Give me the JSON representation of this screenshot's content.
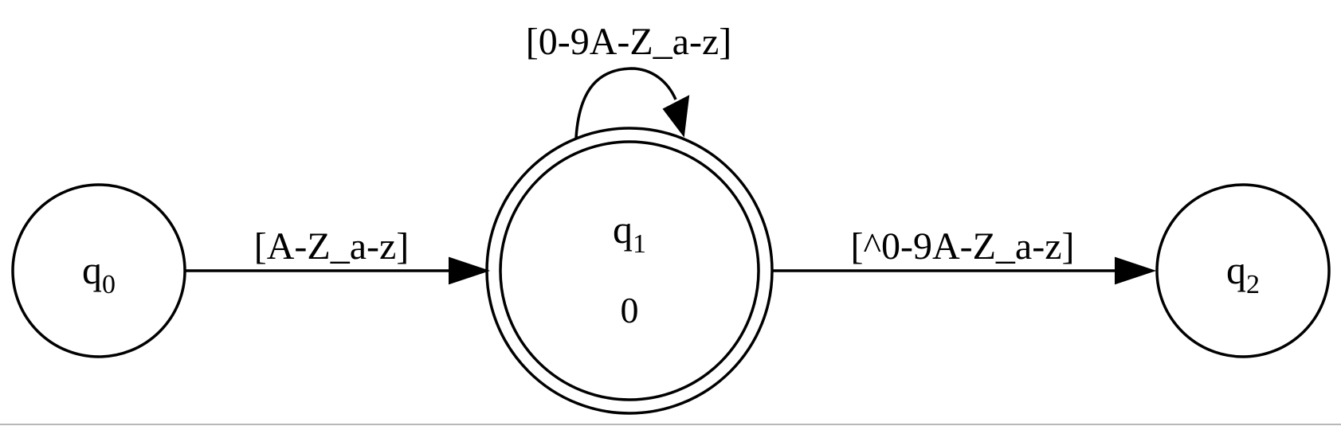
{
  "states": [
    {
      "id": "q0",
      "name": "q",
      "sub": "0",
      "output": "",
      "accepting": false
    },
    {
      "id": "q1",
      "name": "q",
      "sub": "1",
      "output": "0",
      "accepting": true
    },
    {
      "id": "q2",
      "name": "q",
      "sub": "2",
      "output": "",
      "accepting": false
    }
  ],
  "transitions": [
    {
      "from": "q0",
      "to": "q1",
      "label": "[A-Z_a-z]"
    },
    {
      "from": "q1",
      "to": "q1",
      "label": "[0-9A-Z_a-z]"
    },
    {
      "from": "q1",
      "to": "q2",
      "label": "[^0-9A-Z_a-z]"
    }
  ],
  "colors": {
    "stroke": "#000000",
    "background": "#ffffff"
  }
}
